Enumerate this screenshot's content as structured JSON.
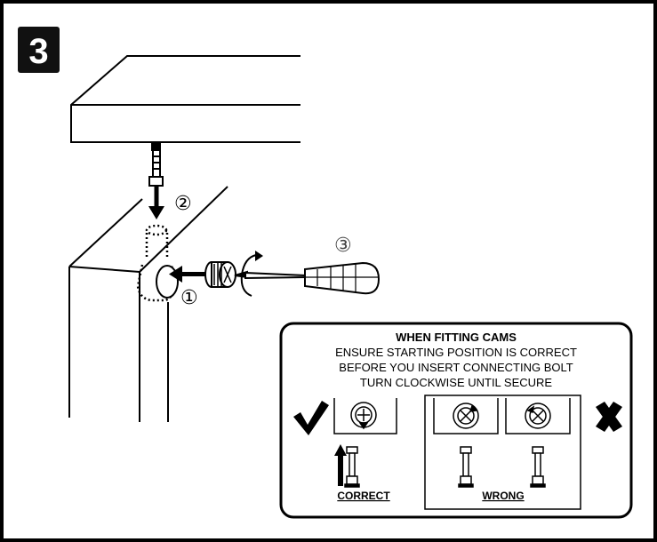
{
  "step": {
    "number": "3"
  },
  "callouts": {
    "one": "①",
    "two": "②",
    "three": "③"
  },
  "notice": {
    "title": "WHEN FITTING CAMS",
    "line1": "ENSURE STARTING POSITION IS CORRECT",
    "line2": "BEFORE YOU INSERT CONNECTING BOLT",
    "line3": "TURN CLOCKWISE UNTIL SECURE",
    "correct_label": "CORRECT",
    "wrong_label": "WRONG"
  },
  "icons": {
    "correct": "check-mark-icon",
    "wrong": "cross-mark-icon",
    "up": "up-arrow-icon"
  }
}
